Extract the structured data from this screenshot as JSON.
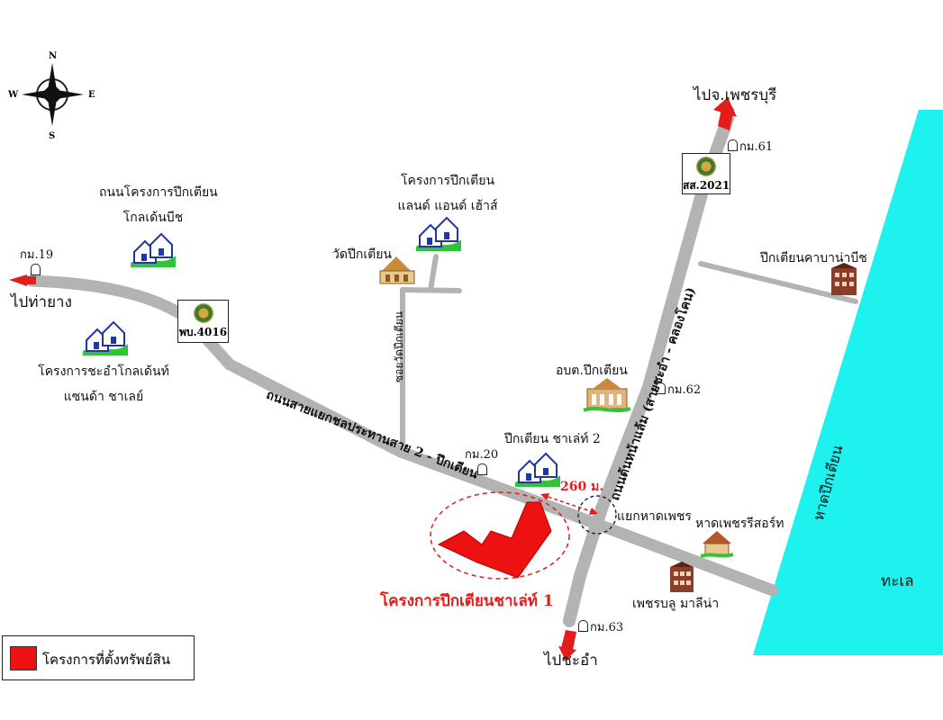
{
  "compass": {
    "n": "N",
    "s": "S",
    "e": "E",
    "w": "W"
  },
  "legend": {
    "label": "โครงการที่ตั้งทรัพย์สิน",
    "color": "#ee1111"
  },
  "destinations": {
    "north": "ไปจ.เพชรบุรี",
    "west": "ไปท่ายาง",
    "south": "ไปชะอำ"
  },
  "highways": {
    "sor2021": "สส.2021",
    "por4016": "พบ.4016"
  },
  "km_markers": {
    "km61": "กม.61",
    "km19": "กม.19",
    "km62": "กม.62",
    "km20": "กม.20",
    "km63": "กม.63"
  },
  "roads": {
    "main_diagonal": "ถนนสายแยกชลประทานสาย 2 - ปึกเตียน",
    "coastal_highway": "ถนนต้นหน้าแล้ม (สายชะอำ - คลองโคน)",
    "wat_soi": "ซอยวัดปึกเตียน"
  },
  "places": {
    "golden_beach_road_1": "ถนนโครงการปึกเตียน",
    "golden_beach_road_2": "โกลเด้นบีช",
    "land_house_1": "โครงการปึกเตียน",
    "land_house_2": "แลนด์ แอนด์ เฮ้าส์",
    "wat": "วัดปึกเตียน",
    "cabana": "ปึกเตียนคาบาน่าบีช",
    "golden_sand_1": "โครงการชะอำโกลเด้นท์",
    "golden_sand_2": "แซนด้า ชาเลย์",
    "obt": "อบต.ปึกเตียน",
    "chalet2": "ปึกเตียน ชาเล่ท์ 2",
    "junction": "แยกหาดเพชร",
    "resort": "หาดเพชรรีสอร์ท",
    "marina": "เพชรบลู มาลีน่า",
    "subject": "โครงการปึกเตียนชาเล่ท์ 1"
  },
  "distance": "260 ม.",
  "beach": "หาดปึกเตียน",
  "sea": "ทะเล",
  "colors": {
    "road": "#b3b3b3",
    "sea": "#1ef2ee",
    "subject": "#ee1111",
    "arrow": "#e31c1c",
    "house_blue": "#2035a8",
    "house_green": "#34c23a"
  }
}
